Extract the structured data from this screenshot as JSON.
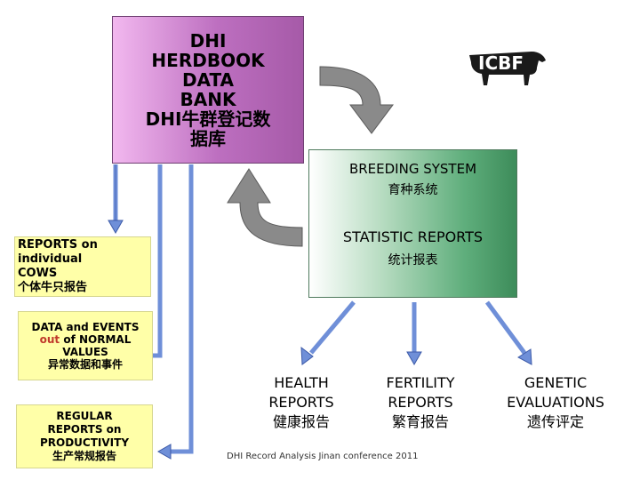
{
  "dhi_bank": {
    "line1": "DHI",
    "line2": "HERDBOOK",
    "line3": "DATA",
    "line4": "BANK",
    "line5": "DHI牛群登记数",
    "line6": "据库"
  },
  "breeding": {
    "title": "BREEDING SYSTEM",
    "title_cn": "育种系统"
  },
  "statistic": {
    "title": "STATISTIC REPORTS",
    "title_cn": "统计报表"
  },
  "reports_individual": {
    "line1": "REPORTS on",
    "line2": "individual",
    "line3": "COWS",
    "line4": "个体牛只报告"
  },
  "data_events": {
    "part1": "DATA and EVENTS",
    "out_word": "out",
    "part2": " of NORMAL",
    "line3": "VALUES",
    "line4": "异常数据和事件"
  },
  "regular_reports": {
    "line1": "REGULAR",
    "line2": "REPORTS on",
    "line3": "PRODUCTIVITY",
    "line4": "生产常规报告"
  },
  "health": {
    "line1": "HEALTH",
    "line2": "REPORTS",
    "line3": "健康报告"
  },
  "fertility": {
    "line1": "FERTILITY",
    "line2": "REPORTS",
    "line3": "繁育报告"
  },
  "genetic": {
    "line1": "GENETIC",
    "line2": "EVALUATIONS",
    "line3": "遗传评定"
  },
  "logo": {
    "text": "ICBF"
  },
  "footer": {
    "text": "DHI Record Analysis Jinan conference 2011"
  },
  "colors": {
    "dhi_box": "#bd6fc0",
    "stat_box": "#5fae7c",
    "yellow_box": "#ffffa8",
    "arrow_blue": "#6f8fd8",
    "arrow_gray": "#8a8a8a"
  }
}
